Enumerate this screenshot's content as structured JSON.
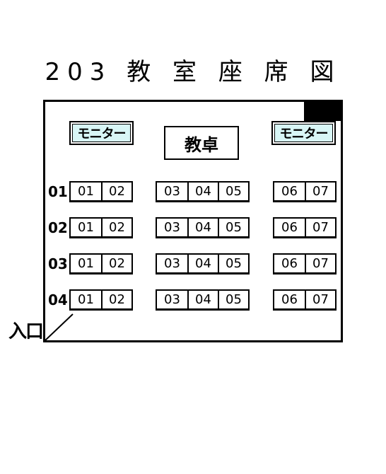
{
  "title": "203 教 室 座 席 図",
  "monitor_label": "モニター",
  "desk_label": "教卓",
  "entrance_label": "入口",
  "rows": [
    {
      "label": "01",
      "groups": [
        [
          "01",
          "02"
        ],
        [
          "03",
          "04",
          "05"
        ],
        [
          "06",
          "07"
        ]
      ]
    },
    {
      "label": "02",
      "groups": [
        [
          "01",
          "02"
        ],
        [
          "03",
          "04",
          "05"
        ],
        [
          "06",
          "07"
        ]
      ]
    },
    {
      "label": "03",
      "groups": [
        [
          "01",
          "02"
        ],
        [
          "03",
          "04",
          "05"
        ],
        [
          "06",
          "07"
        ]
      ]
    },
    {
      "label": "04",
      "groups": [
        [
          "01",
          "02"
        ],
        [
          "03",
          "04",
          "05"
        ],
        [
          "06",
          "07"
        ]
      ]
    }
  ],
  "colors": {
    "monitor_fill": "#d8f6f6",
    "line": "#000000",
    "background": "#ffffff"
  }
}
